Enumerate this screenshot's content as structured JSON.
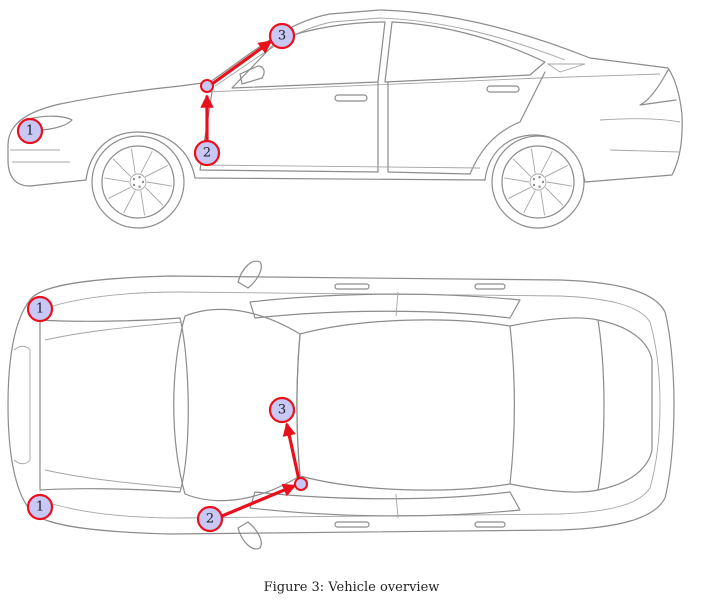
{
  "caption": "Figure 3: Vehicle overview",
  "colors": {
    "marker_stroke": "#e8101a",
    "marker_fill": "#c8c8f6",
    "arrow": "#e8101a",
    "outline": "#8c8c8c"
  },
  "side_view": {
    "markers": [
      {
        "id": "side-marker-1",
        "label": "1"
      },
      {
        "id": "side-marker-2",
        "label": "2"
      },
      {
        "id": "side-marker-3",
        "label": "3"
      }
    ]
  },
  "top_view": {
    "markers": [
      {
        "id": "top-marker-1a",
        "label": "1"
      },
      {
        "id": "top-marker-1b",
        "label": "1"
      },
      {
        "id": "top-marker-2",
        "label": "2"
      },
      {
        "id": "top-marker-3",
        "label": "3"
      }
    ]
  }
}
